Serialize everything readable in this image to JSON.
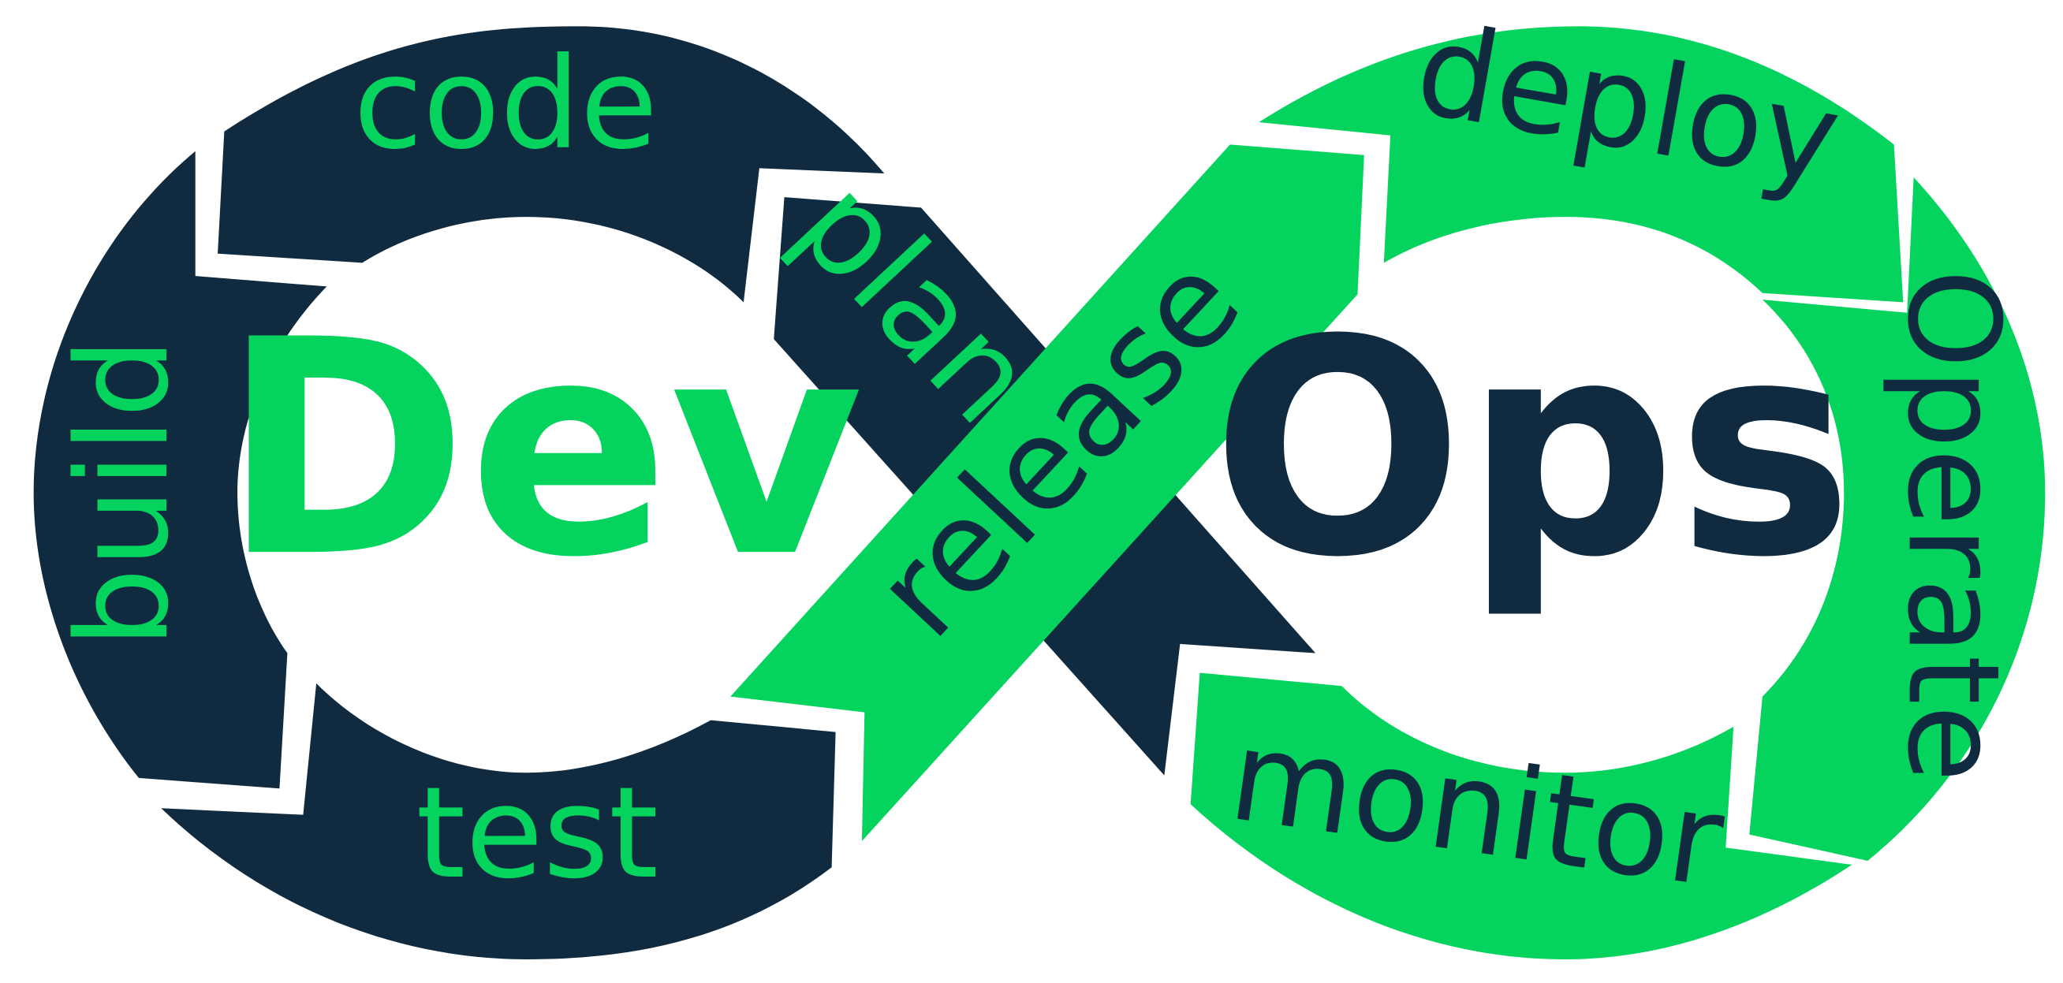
{
  "center": {
    "dev": "Dev",
    "ops": "Ops"
  },
  "stages": {
    "code": "code",
    "plan": "plan",
    "build": "build",
    "test": "test",
    "release": "release",
    "deploy": "deploy",
    "operate": "Operate",
    "monitor": "monitor"
  },
  "colors": {
    "navy": "#102b40",
    "green": "#04d35e",
    "white": "#ffffff"
  }
}
